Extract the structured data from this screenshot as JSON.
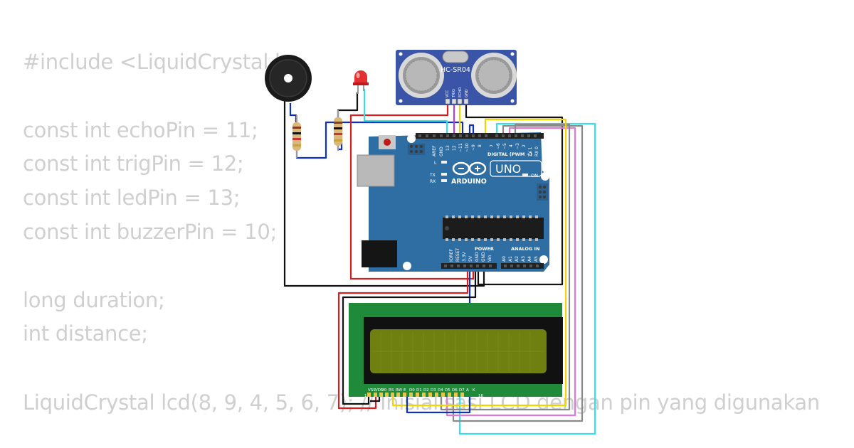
{
  "code": {
    "lines": [
      "#include <LiquidCrystal.h>",
      "",
      "const int echoPin = 11;",
      "const int trigPin = 12;",
      "const int ledPin = 13;",
      "const int buzzerPin = 10;",
      "",
      "long duration;",
      "int distance;",
      "",
      "LiquidCrystal lcd(8, 9, 4, 5, 6, 7); // Inisialisasi LCD dengan pin yang digunakan"
    ]
  },
  "sensor": {
    "model": "HC-SR04",
    "pins": [
      "VCC",
      "TRIG",
      "ECHO",
      "GND"
    ]
  },
  "arduino": {
    "brand": "ARDUINO",
    "model": "UNO",
    "digital_header_label": "DIGITAL (PWM ~)",
    "digital_pins": [
      "AREF",
      "GND",
      "13",
      "12",
      "~11",
      "~10",
      "~9",
      "8",
      "7",
      "~6",
      "~5",
      "4",
      "~3",
      "2",
      "TX 1",
      "RX 0"
    ],
    "power_header_label": "POWER",
    "power_pins": [
      "IOREF",
      "RESET",
      "3.3V",
      "5V",
      "GND",
      "GND",
      "Vin"
    ],
    "analog_header_label": "ANALOG IN",
    "analog_pins": [
      "A0",
      "A1",
      "A2",
      "A3",
      "A4",
      "A5"
    ],
    "led_labels": {
      "l": "L",
      "tx": "TX",
      "rx": "RX",
      "on": "ON"
    }
  },
  "lcd": {
    "pin_labels": [
      "VSS",
      "VDD",
      "V0",
      "RS",
      "RW",
      "E",
      "D0",
      "D1",
      "D2",
      "D3",
      "D4",
      "D5",
      "D6",
      "D7",
      "A",
      "K"
    ],
    "pin_first": "1",
    "pin_last": "16"
  },
  "colors": {
    "code_text": "#cfcfcf",
    "board": "#2f6ea3",
    "lcd_pcb": "#1e8a3a",
    "lcd_screen": "#6f7f10",
    "wire_red": "#d62020",
    "wire_black": "#111111",
    "wire_blue": "#1030c0",
    "wire_cyan": "#34e0ea",
    "wire_yellow": "#f4d400",
    "wire_purple": "#b040e0",
    "wire_gray": "#8a8a8a",
    "wire_pink": "#e078d8"
  }
}
